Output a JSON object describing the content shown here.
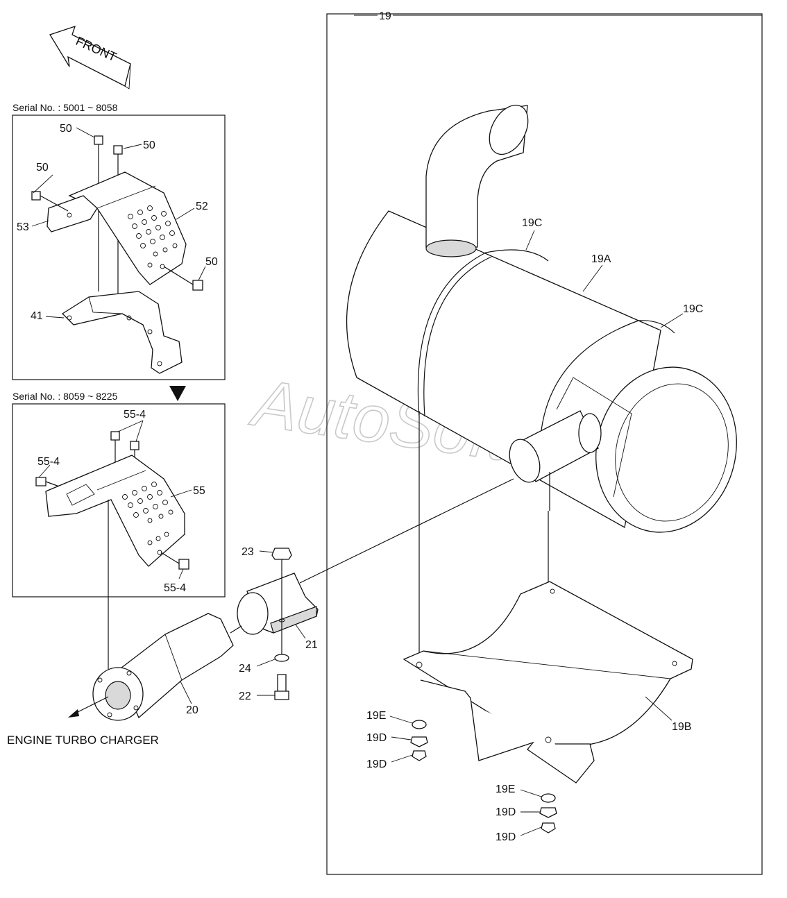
{
  "labels": {
    "front": "FRONT",
    "serial_top": "Serial No. : 5001 ~ 8058",
    "serial_bottom": "Serial No. : 8059 ~ 8225",
    "engine": "ENGINE TURBO CHARGER",
    "watermark": "AutoSoft"
  },
  "callouts": [
    "19",
    "19C",
    "19A",
    "19C",
    "19E",
    "19D",
    "19D",
    "19B",
    "19E",
    "19D",
    "19D",
    "50",
    "50",
    "50",
    "50",
    "52",
    "53",
    "41",
    "55-4",
    "55-4",
    "55",
    "55-4",
    "23",
    "21",
    "24",
    "22",
    "20"
  ]
}
